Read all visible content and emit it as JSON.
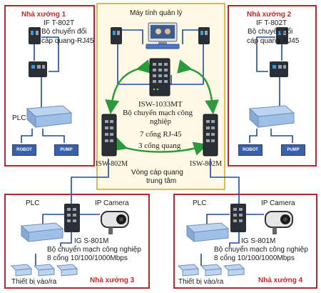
{
  "center": {
    "title": "Máy tính quản lý",
    "main_switch": [
      "ISW-1033MT",
      "Bộ chuyển mạch công",
      "nghiệp",
      "7 cổng RJ-45",
      "3 cổng quang"
    ],
    "left_switch": "ISW-802M",
    "right_switch": "ISW-802M",
    "ring_label": [
      "Vòng cáp quang",
      "trung tâm"
    ]
  },
  "factory1": {
    "title": "Nhà xưởng 1",
    "converter": [
      "IF T-802T",
      "Bộ chuyển đổi",
      "cáp quang-RJ45"
    ],
    "plc": "PLC",
    "robot": "ROBOT",
    "pump": "PUMP"
  },
  "factory2": {
    "title": "Nhà xưởng 2",
    "converter": [
      "IF T-802T",
      "Bộ chuyển đổi",
      "cáp quang-RJ45"
    ],
    "robot": "ROBOT",
    "pump": "PUMP"
  },
  "factory3": {
    "title": "Nhà xưởng 3",
    "plc": "PLC",
    "camera": "IP Camera",
    "switch": [
      "IG S-801M",
      "Bộ chuyển mạch công nghiệp",
      "8 cổng 10/100/1000Mbps"
    ],
    "io": "Thiết bị vào/ra"
  },
  "factory4": {
    "title": "Nhà xưởng 4",
    "plc": "PLC",
    "camera": "IP Camera",
    "switch": [
      "IG S-801M",
      "Bộ chuyển mạch công nghiệp",
      "8 cổng 10/100/1000Mbps"
    ],
    "io": "Thiết bị vào/ra"
  },
  "colors": {
    "panel_border": "#b3282d",
    "center_border": "#e6b84a",
    "fiber": "#1e4aa0",
    "ring": "#2b9a3c",
    "device_dark": "#2a2f36"
  }
}
